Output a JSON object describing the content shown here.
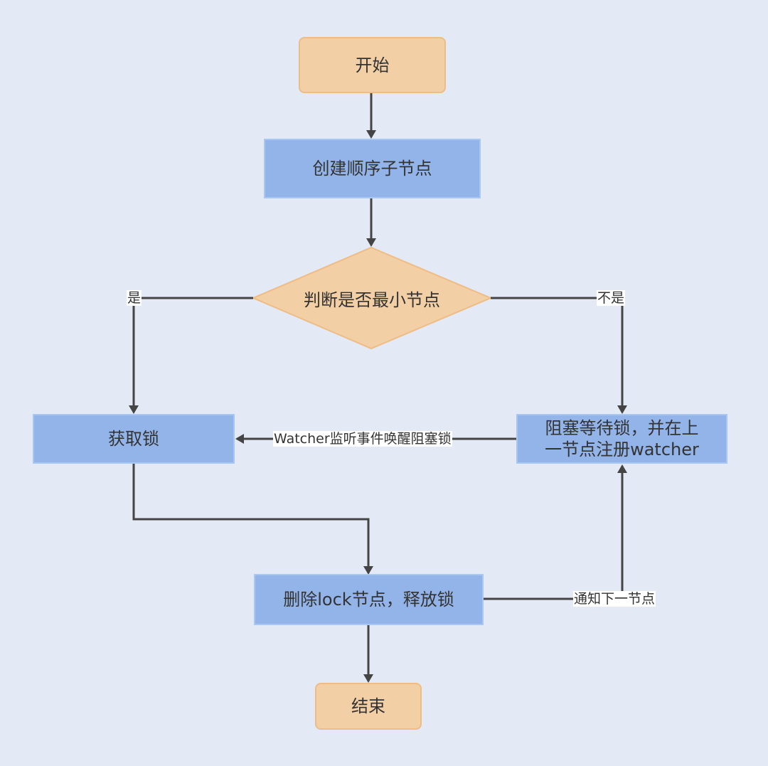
{
  "diagram": {
    "nodes": {
      "start": {
        "label": "开始",
        "shape": "rounded-rect",
        "color": "#f3cfa6"
      },
      "create_sequential_node": {
        "label": "创建顺序子节点",
        "shape": "rect",
        "color": "#92b4e8"
      },
      "is_smallest_node": {
        "label": "判断是否最小节点",
        "shape": "diamond",
        "color": "#f3cfa6"
      },
      "acquire_lock": {
        "label": "获取锁",
        "shape": "rect",
        "color": "#92b4e8"
      },
      "wait_and_watch": {
        "label": "阻塞等待锁，并在上一节点注册watcher",
        "line1": "阻塞等待锁，并在上",
        "line2": "一节点注册watcher",
        "shape": "rect",
        "color": "#92b4e8"
      },
      "delete_and_release": {
        "label": "删除lock节点，释放锁",
        "shape": "rect",
        "color": "#92b4e8"
      },
      "end": {
        "label": "结束",
        "shape": "rounded-rect",
        "color": "#f3cfa6"
      }
    },
    "edges": {
      "yes": {
        "from": "is_smallest_node",
        "to": "acquire_lock",
        "label": "是"
      },
      "no": {
        "from": "is_smallest_node",
        "to": "wait_and_watch",
        "label": "不是"
      },
      "watcher_wakeup": {
        "from": "wait_and_watch",
        "to": "acquire_lock",
        "label": "Watcher监听事件唤醒阻塞锁"
      },
      "notify_next": {
        "from": "delete_and_release",
        "to": "wait_and_watch",
        "label": "通知下一节点"
      }
    },
    "colors": {
      "background": "#e3eaf6",
      "edge": "#444444",
      "terminal_fill": "#f3cfa6",
      "process_fill": "#92b4e8"
    }
  }
}
